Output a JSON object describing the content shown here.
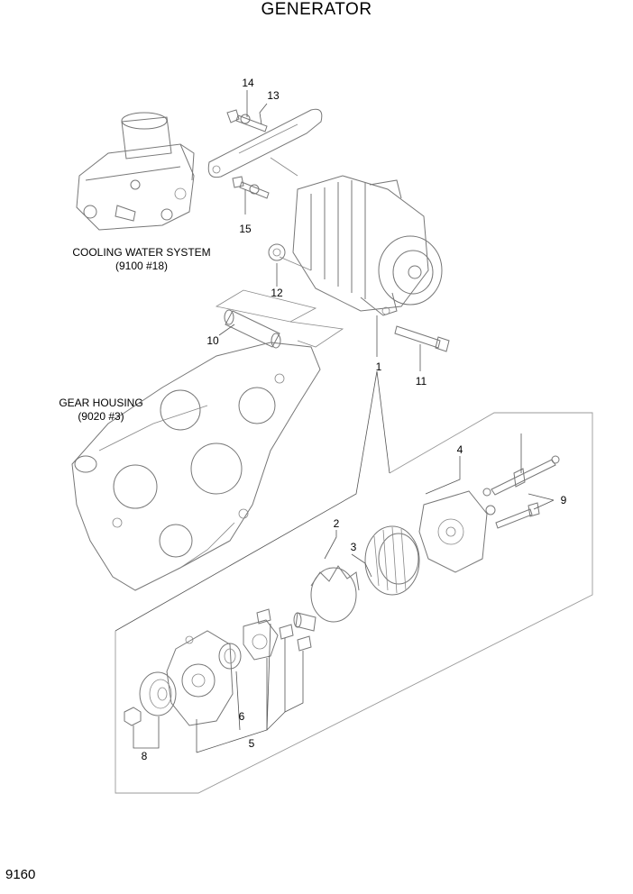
{
  "title": "GENERATOR",
  "page_number": "9160",
  "references": {
    "cooling_water": {
      "name": "COOLING WATER SYSTEM",
      "ref": "(9100 #18)"
    },
    "gear_housing": {
      "name": "GEAR HOUSING",
      "ref": "(9020 #3)"
    }
  },
  "callouts": [
    "1",
    "2",
    "3",
    "4",
    "5",
    "6",
    "8",
    "9",
    "10",
    "11",
    "12",
    "13",
    "14",
    "15"
  ]
}
